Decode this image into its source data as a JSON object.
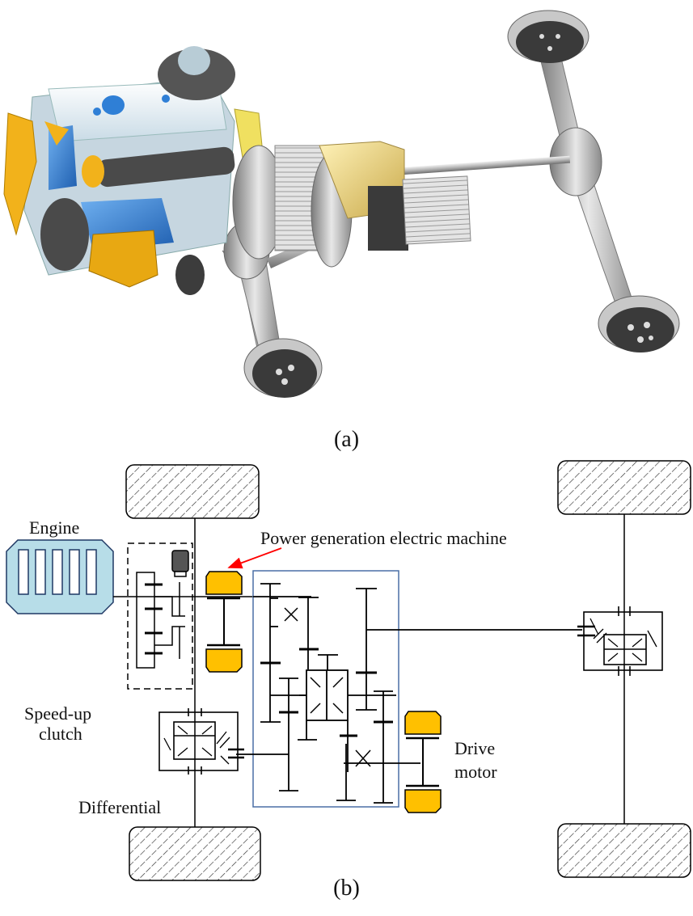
{
  "figure": {
    "panel_a": {
      "caption": "(a)",
      "description": "3D render of hybrid powertrain: engine, speed-up clutch, power generation electric machine, transmission, drive motor, front and rear axles",
      "colors": {
        "engine_block": "#dfe9f0",
        "engine_blue_parts": "#2f7fd6",
        "fan_yellow": "#f2b21b",
        "transmission_gold": "#e8d48a",
        "metal_gray": "#8c8c8c",
        "wheel_dark": "#3a3a3a"
      }
    },
    "panel_b": {
      "caption": "(b)",
      "labels": {
        "engine": "Engine",
        "speed_up_clutch_line1": "Speed-up",
        "speed_up_clutch_line2": "clutch",
        "power_generation": "Power generation electric machine",
        "differential": "Differential",
        "drive_motor_line1": "Drive",
        "drive_motor_line2": "motor"
      },
      "colors": {
        "engine_fill": "#b7dde8",
        "engine_stroke": "#1f3864",
        "machine_fill": "#ffc000",
        "gearbox_border": "#4a6fa5",
        "arrow": "#ff0000",
        "line": "#000000"
      }
    }
  }
}
